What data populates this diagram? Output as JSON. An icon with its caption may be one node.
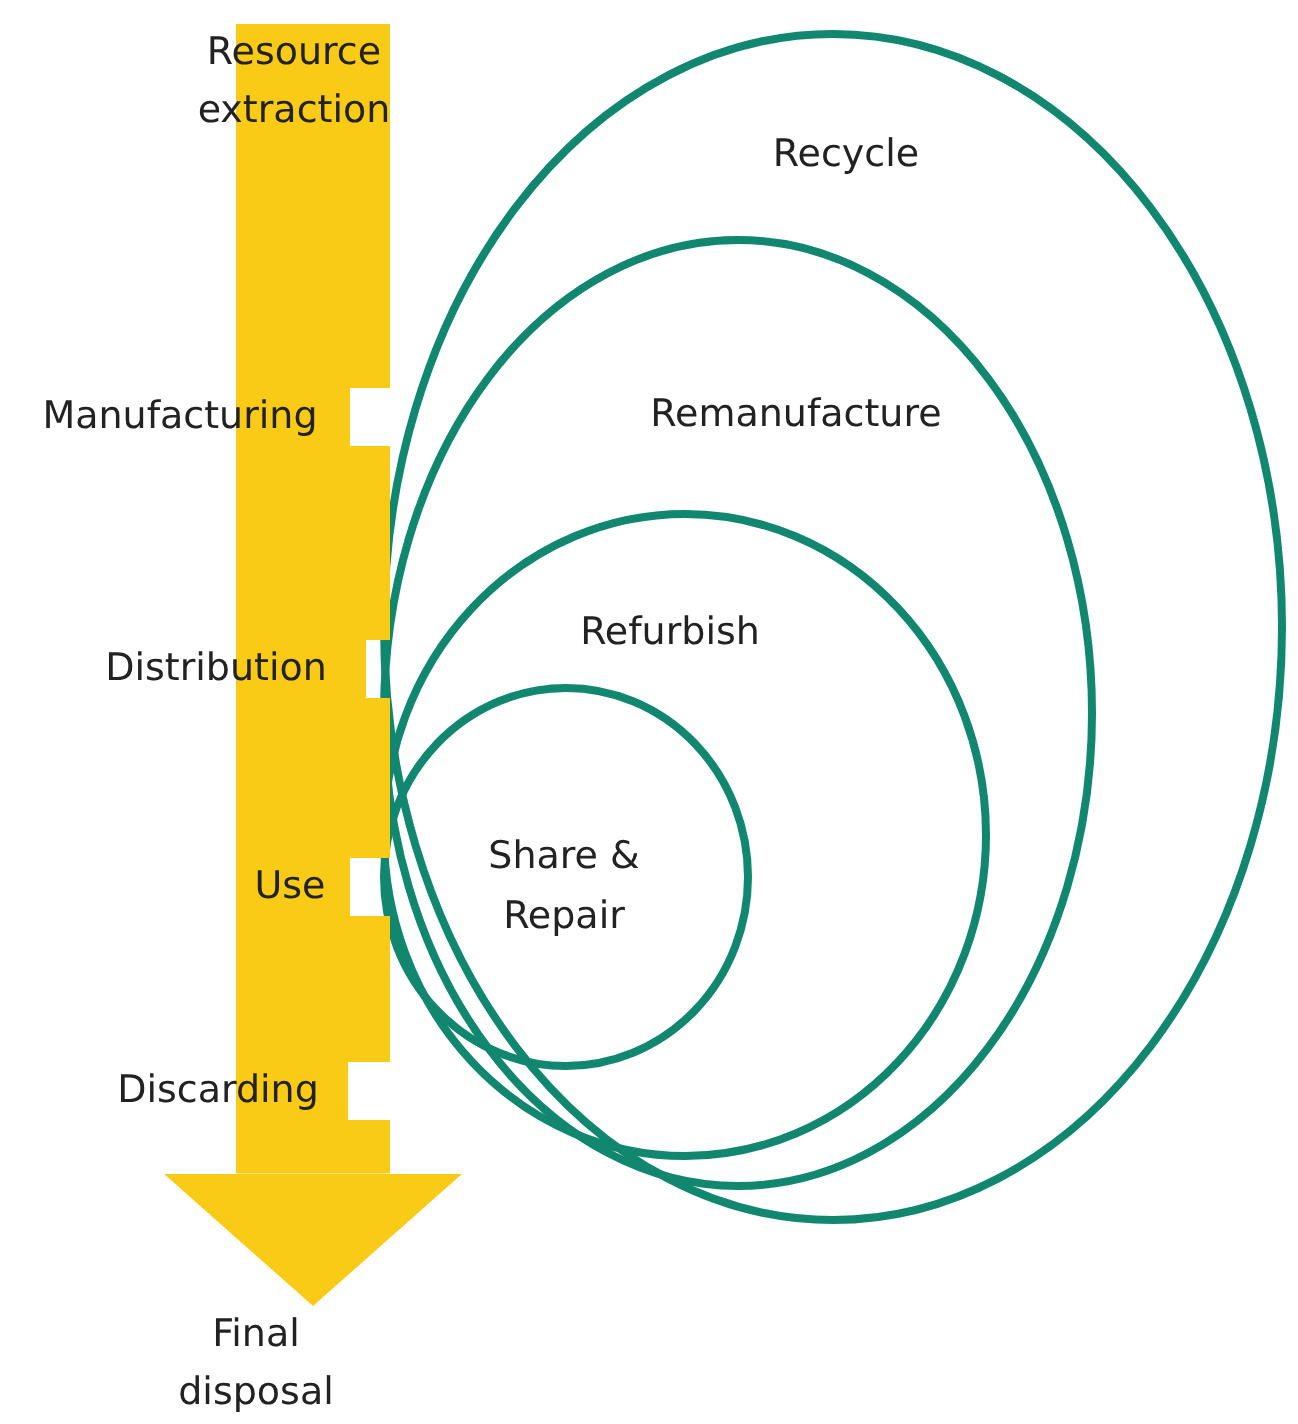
{
  "diagram": {
    "nodes": [
      {
        "text": [
          "Resource extraction"
        ]
      },
      {
        "text": [
          "Manufacturing"
        ]
      },
      {
        "text": [
          "Distribution"
        ]
      },
      {
        "text": [
          "Use"
        ]
      },
      {
        "text": [
          "Discarding"
        ]
      },
      {
        "text": [
          "Final disposal"
        ]
      },
      {
        "text": [
          "Recycle"
        ]
      },
      {
        "text": [
          "Remanufacture"
        ],
        "in": 6
      },
      {
        "text": [
          "Refurbish"
        ],
        "in": 7
      },
      {
        "text": [
          "Share & Repair"
        ],
        "in": 8
      }
    ],
    "edges": [
      {
        "from": 0,
        "to": 1,
        "arrow": "none"
      },
      {
        "from": 1,
        "to": 2,
        "arrow": "none"
      },
      {
        "from": 2,
        "to": 3,
        "arrow": "none"
      },
      {
        "from": 3,
        "to": 4,
        "arrow": "none"
      },
      {
        "from": 4,
        "to": 5,
        "arrow": "to"
      }
    ]
  }
}
